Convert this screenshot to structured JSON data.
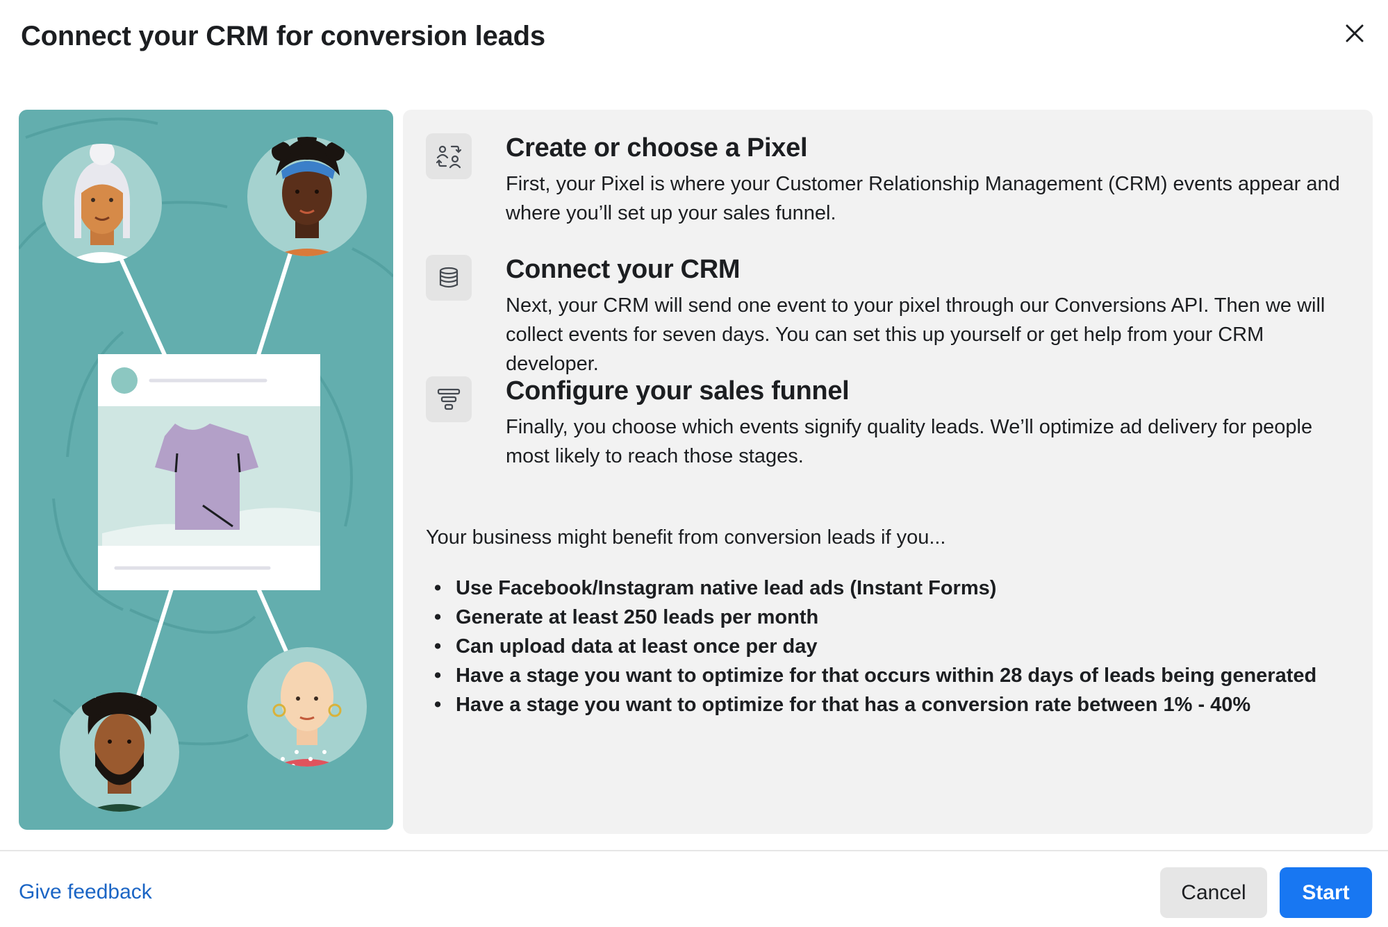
{
  "dialog": {
    "title": "Connect your CRM for conversion leads",
    "close_icon": "close-icon"
  },
  "illustration": {
    "background_color": "#63aeae",
    "avatars": [
      "avatar-woman-white-hair",
      "avatar-woman-headwrap",
      "avatar-man-beard",
      "avatar-woman-bald-earrings"
    ],
    "post_card_image": "t-shirt"
  },
  "steps": [
    {
      "icon": "people-swap-icon",
      "title": "Create or choose a Pixel",
      "description": "First, your Pixel is where your Customer Relationship Management (CRM) events appear and where you’ll set up your sales funnel."
    },
    {
      "icon": "database-icon",
      "title": "Connect your CRM",
      "description": "Next, your CRM will send one event to your pixel through our Conversions API. Then we will collect events for seven days. You can set this up yourself or get help from your CRM developer."
    },
    {
      "icon": "funnel-icon",
      "title": "Configure your sales funnel",
      "description": "Finally, you choose which events signify quality leads. We’ll optimize ad delivery for people most likely to reach those stages."
    }
  ],
  "benefits": {
    "intro": "Your business might benefit from conversion leads if you...",
    "bullet": "•",
    "items": [
      "Use Facebook/Instagram native lead ads (Instant Forms)",
      "Generate at least 250 leads per month",
      "Can upload data at least once per day",
      "Have a stage you want to optimize for that occurs within 28 days of leads being generated",
      "Have a stage you want to optimize for that has a conversion rate between 1% - 40%"
    ]
  },
  "footer": {
    "feedback_label": "Give feedback",
    "cancel_label": "Cancel",
    "start_label": "Start"
  },
  "colors": {
    "primary": "#1877f2",
    "link": "#1b65c5",
    "panel_bg": "#f2f2f2"
  }
}
